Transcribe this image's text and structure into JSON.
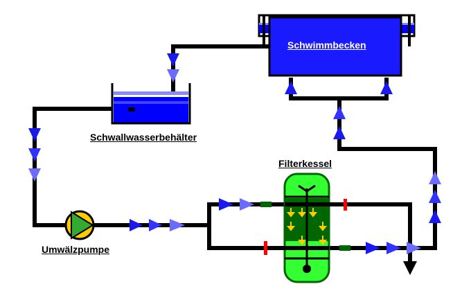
{
  "labels": {
    "pool": "Schwimmbecken",
    "surge_tank": "Schwallwasserbehälter",
    "filter": "Filterkessel",
    "pump": "Umwälzpumpe"
  },
  "colors": {
    "pipe": "#000000",
    "water_dark": "#0000ff",
    "water_light": "#3333ff",
    "arrow_dark": "#1a1aee",
    "arrow_light": "#6b6bff",
    "filter_green": "#33ff33",
    "filter_dark": "#006600",
    "valve_red": "#ff0000",
    "valve_green": "#006600",
    "pump_yellow": "#ffcc00",
    "pump_green": "#33aa33",
    "filter_arrows": "#ffcc00"
  },
  "icons": [
    "flow-arrow",
    "pump-icon",
    "valve-icon",
    "filter-vessel",
    "tank",
    "pool"
  ]
}
